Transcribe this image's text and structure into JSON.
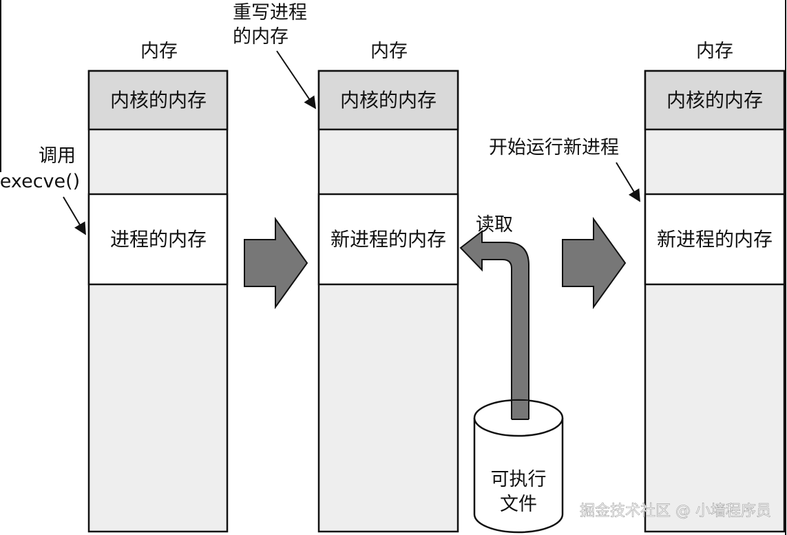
{
  "memory_columns": [
    {
      "header": "内存",
      "kernel": "内核的内存",
      "process": "进程的内存"
    },
    {
      "header": "内存",
      "kernel": "内核的内存",
      "process": "新进程的内存"
    },
    {
      "header": "内存",
      "kernel": "内核的内存",
      "process": "新进程的内存"
    }
  ],
  "annotations": {
    "call_line1": "调用",
    "call_line2": "execve()",
    "overwrite_line1": "重写进程",
    "overwrite_line2": "的内存",
    "read": "读取",
    "start": "开始运行新进程"
  },
  "executable": {
    "line1": "可执行",
    "line2": "文件"
  },
  "watermark": "掘金技术社区 @ 小墙程序员",
  "colors": {
    "kernel_fill": "#d9d9d9",
    "memory_fill": "#eeeeee",
    "process_fill": "#ffffff",
    "arrow_fill": "#777777"
  }
}
